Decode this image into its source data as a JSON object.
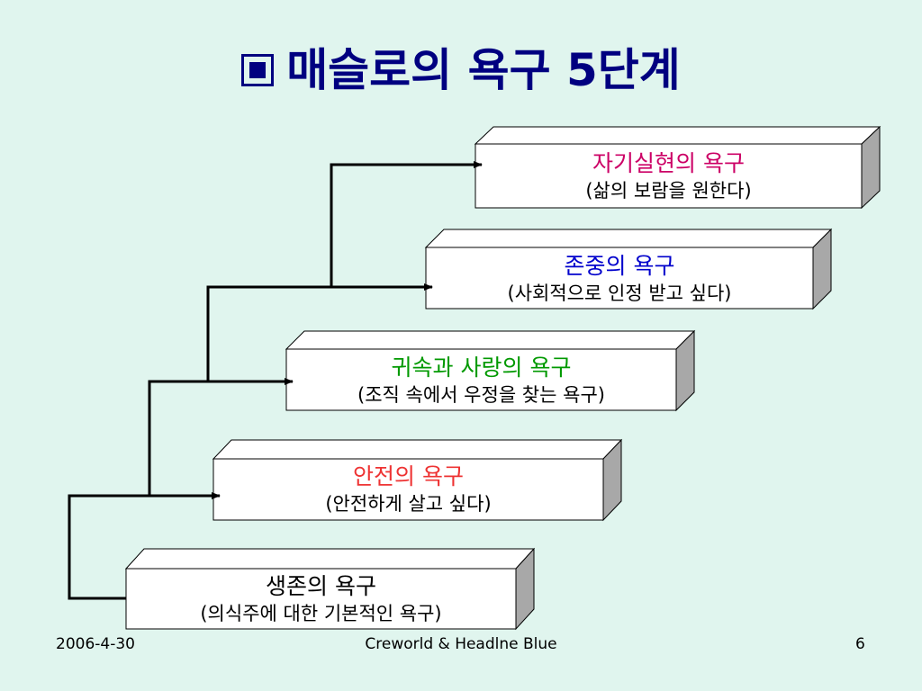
{
  "title": {
    "text": "매슬로의 욕구 5단계",
    "bullet_icon": "square-bullet-icon"
  },
  "needs": [
    {
      "name": "자기실현의 욕구",
      "desc": "(삶의 보람을 원한다)",
      "color": "#cc0066"
    },
    {
      "name": "존중의 욕구",
      "desc": "(사회적으로 인정 받고 싶다)",
      "color": "#0000cc"
    },
    {
      "name": "귀속과 사랑의 욕구",
      "desc": "(조직 속에서 우정을 찾는 욕구)",
      "color": "#009900"
    },
    {
      "name": "안전의 욕구",
      "desc": "(안전하게 살고 싶다)",
      "color": "#ee3333"
    },
    {
      "name": "생존의 욕구",
      "desc": "(의식주에 대한 기본적인 욕구)",
      "color": "#000000"
    }
  ],
  "footer": {
    "date": "2006-4-30",
    "credit": "Creworld & Headlne Blue",
    "page": "6"
  }
}
